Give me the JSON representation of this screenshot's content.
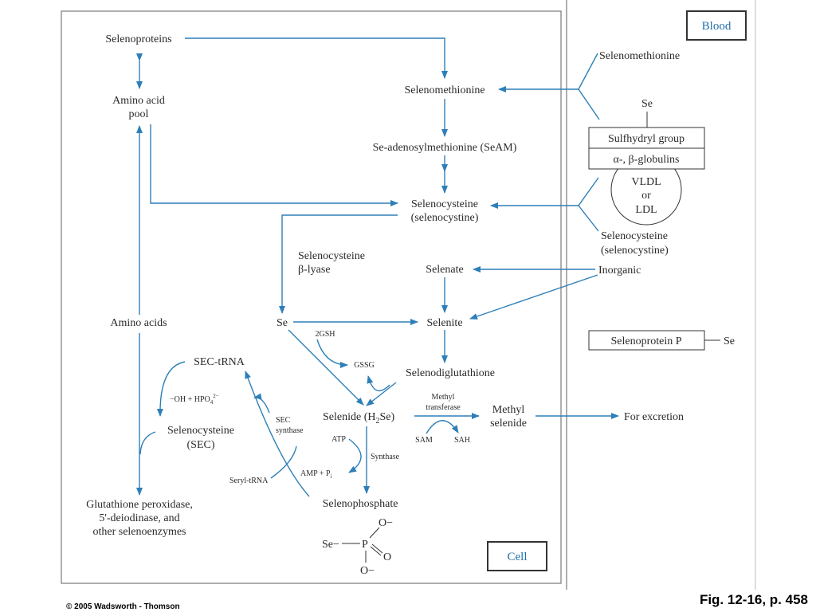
{
  "labels": {
    "selenoproteins": "Selenoproteins",
    "amino_acid_pool_1": "Amino acid",
    "amino_acid_pool_2": "pool",
    "amino_acids": "Amino acids",
    "selenomethionine": "Selenomethionine",
    "seam": "Se-adenosylmethionine (SeAM)",
    "selenocysteine": "Selenocysteine",
    "selenocystine": "(selenocystine)",
    "lyase_1": "Selenocysteine",
    "lyase_2": "β-lyase",
    "se": "Se",
    "selenate": "Selenate",
    "selenite": "Selenite",
    "twogsh": "2GSH",
    "gssg": "GSSG",
    "selenodiglutathione": "Selenodiglutathione",
    "selenide": "Selenide (H",
    "selenide_sub": "2",
    "selenide_end": "Se)",
    "methyl_transferase_1": "Methyl",
    "methyl_transferase_2": "transferase",
    "sam": "SAM",
    "sah": "SAH",
    "methyl_selenide_1": "Methyl",
    "methyl_selenide_2": "selenide",
    "for_excretion": "For excretion",
    "atp": "ATP",
    "synthase": "Synthase",
    "amp": "AMP + P",
    "amp_sub": "i",
    "selenophosphate": "Selenophosphate",
    "sec_trna": "SEC-tRNA",
    "oh_hpo_pre": "−OH + HPO",
    "oh_hpo_sub": "4",
    "oh_hpo_sup": "2−",
    "sec_synthase_1": "SEC",
    "sec_synthase_2": "synthase",
    "selenocysteine_sec_1": "Selenocysteine",
    "selenocysteine_sec_2": "(SEC)",
    "seryl_trna": "Seryl-tRNA",
    "enzymes_1": "Glutathione peroxidase,",
    "enzymes_2": "5'-deiodinase, and",
    "enzymes_3": "other selenoenzymes",
    "struct_se": "Se−",
    "struct_p": "P",
    "struct_o_top": "O−",
    "struct_o_right": "O",
    "struct_o_bottom": "O−"
  },
  "blood": {
    "title": "Blood",
    "selenomethionine": "Selenomethionine",
    "se_top": "Se",
    "sulfhydryl": "Sulfhydryl group",
    "globulins": "α-, β-globulins",
    "vldl": "VLDL",
    "or": "or",
    "ldl": "LDL",
    "selenocysteine": "Selenocysteine",
    "selenocystine": "(selenocystine)",
    "inorganic": "Inorganic",
    "selenoprotein_p": "Selenoprotein P",
    "se_right": "Se"
  },
  "cell_title": "Cell",
  "footer": {
    "copyright": "© 2005 Wadsworth - Thomson",
    "figure": "Fig. 12-16, p. 458"
  },
  "colors": {
    "arrow": "#2e7fb8",
    "box_title": "#1f6fa8",
    "frame": "#7a7a7a"
  }
}
